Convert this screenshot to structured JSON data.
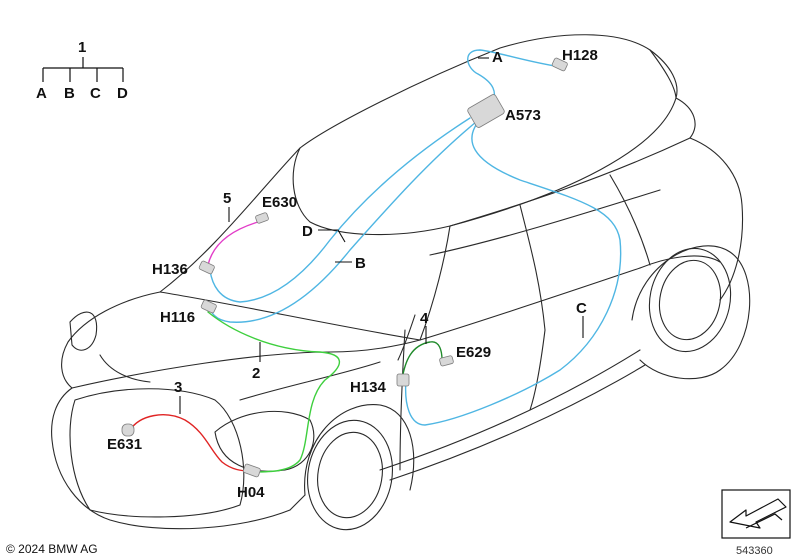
{
  "tree": {
    "root": "1",
    "leaves": [
      "A",
      "B",
      "C",
      "D"
    ]
  },
  "labels": {
    "H128": "H128",
    "A": "A",
    "A573": "A573",
    "E630": "E630",
    "n5": "5",
    "D": "D",
    "B": "B",
    "H136": "H136",
    "H116": "H116",
    "n2": "2",
    "n4": "4",
    "E629": "E629",
    "C": "C",
    "H134": "H134",
    "n3": "3",
    "E631": "E631",
    "H04": "H04"
  },
  "footer": {
    "copyright": "© 2024 BMW AG",
    "ref_number": "543360"
  },
  "colors": {
    "cable_blue": "#4fb6e3",
    "cable_green": "#3ecf3e",
    "cable_dark_green": "#1f8a2a",
    "cable_red": "#e02424",
    "cable_magenta": "#e23cc8"
  },
  "icons": {
    "corner_symbol": "arrow-left-icon"
  }
}
